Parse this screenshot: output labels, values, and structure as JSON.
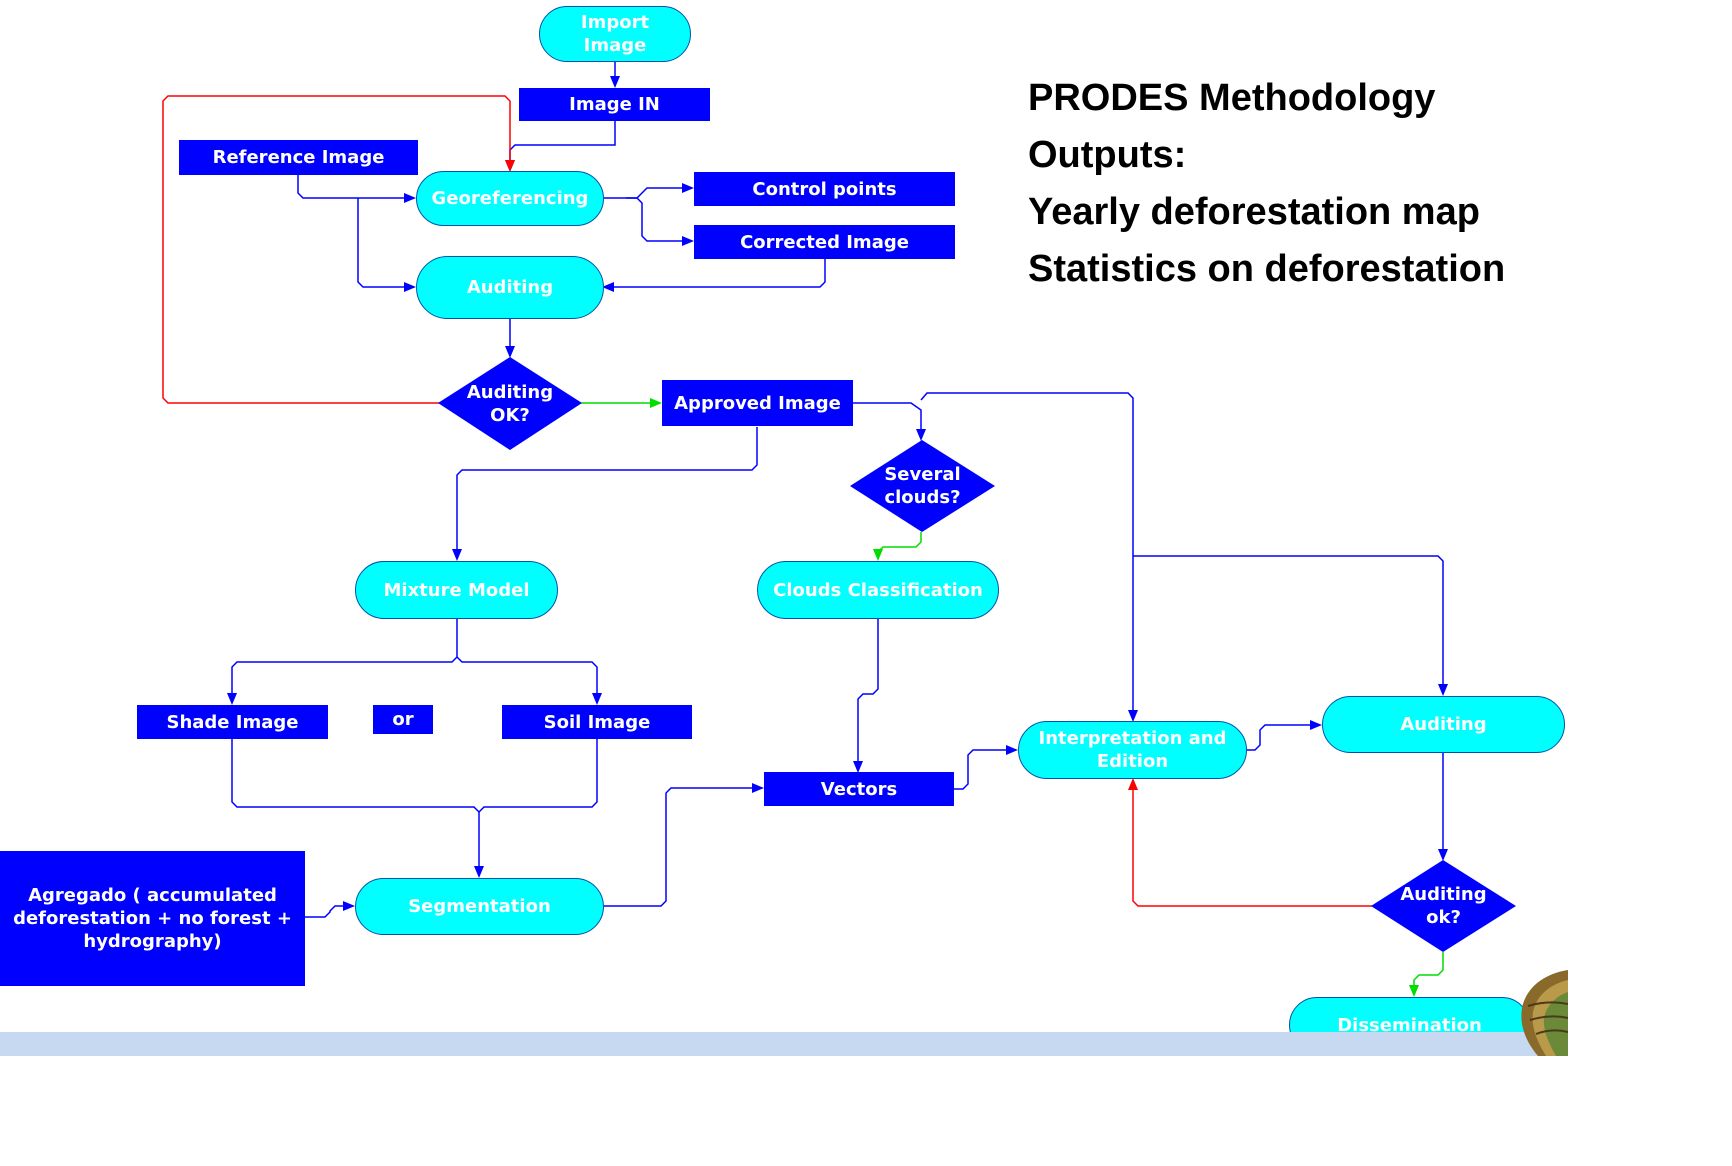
{
  "title": {
    "line1": "PRODES Methodology",
    "line2": "Outputs:",
    "line3": "Yearly deforestation map",
    "line4": "Statistics on deforestation"
  },
  "nodes": {
    "import_image": "Import Image",
    "image_in": "Image IN",
    "reference_image": "Reference Image",
    "georeferencing": "Georeferencing",
    "control_points": "Control points",
    "corrected_image": "Corrected Image",
    "auditing_top": "Auditing",
    "auditing_ok_top": "Auditing OK?",
    "approved_image": "Approved Image",
    "several_clouds": "Several clouds?",
    "mixture_model": "Mixture Model",
    "clouds_classification": "Clouds Classification",
    "shade_image": "Shade Image",
    "or": "or",
    "soil_image": "Soil Image",
    "vectors": "Vectors",
    "interpretation_edition": "Interpretation and Edition",
    "auditing_right": "Auditing",
    "agregado": "Agregado ( accumulated deforestation + no forest +  hydrography)",
    "segmentation": "Segmentation",
    "auditing_ok_bottom": "Auditing ok?",
    "dissemination": "Dissemination"
  },
  "colors": {
    "box_fill": "#0000ff",
    "pill_fill": "#00ffff",
    "flow_line": "#0000ff",
    "reject_line": "#ff0000",
    "approve_line": "#00dd00",
    "footer_band": "#c6d9f1"
  }
}
